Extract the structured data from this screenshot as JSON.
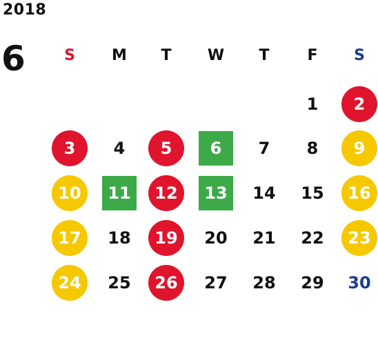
{
  "header": {
    "year": "2018",
    "month": "6"
  },
  "colors": {
    "sunday_label": "#e0142d",
    "saturday_label": "#1c3c8c",
    "red": "#e0142d",
    "yellow": "#f5c800",
    "green": "#3daa48",
    "blue_text": "#1c3c8c"
  },
  "weekdays": [
    "S",
    "M",
    "T",
    "W",
    "T",
    "F",
    "S"
  ],
  "weeks": [
    [
      null,
      null,
      null,
      null,
      null,
      {
        "d": "1",
        "s": "plain"
      },
      {
        "d": "2",
        "s": "red"
      }
    ],
    [
      {
        "d": "3",
        "s": "red"
      },
      {
        "d": "4",
        "s": "plain"
      },
      {
        "d": "5",
        "s": "red"
      },
      {
        "d": "6",
        "s": "green"
      },
      {
        "d": "7",
        "s": "plain"
      },
      {
        "d": "8",
        "s": "plain"
      },
      {
        "d": "9",
        "s": "yellow"
      }
    ],
    [
      {
        "d": "10",
        "s": "yellow"
      },
      {
        "d": "11",
        "s": "green"
      },
      {
        "d": "12",
        "s": "red"
      },
      {
        "d": "13",
        "s": "green"
      },
      {
        "d": "14",
        "s": "plain"
      },
      {
        "d": "15",
        "s": "plain"
      },
      {
        "d": "16",
        "s": "yellow"
      }
    ],
    [
      {
        "d": "17",
        "s": "yellow"
      },
      {
        "d": "18",
        "s": "plain"
      },
      {
        "d": "19",
        "s": "red"
      },
      {
        "d": "20",
        "s": "plain"
      },
      {
        "d": "21",
        "s": "plain"
      },
      {
        "d": "22",
        "s": "plain"
      },
      {
        "d": "23",
        "s": "yellow"
      }
    ],
    [
      {
        "d": "24",
        "s": "yellow"
      },
      {
        "d": "25",
        "s": "plain"
      },
      {
        "d": "26",
        "s": "red"
      },
      {
        "d": "27",
        "s": "plain"
      },
      {
        "d": "28",
        "s": "plain"
      },
      {
        "d": "29",
        "s": "plain"
      },
      {
        "d": "30",
        "s": "blue"
      }
    ]
  ]
}
